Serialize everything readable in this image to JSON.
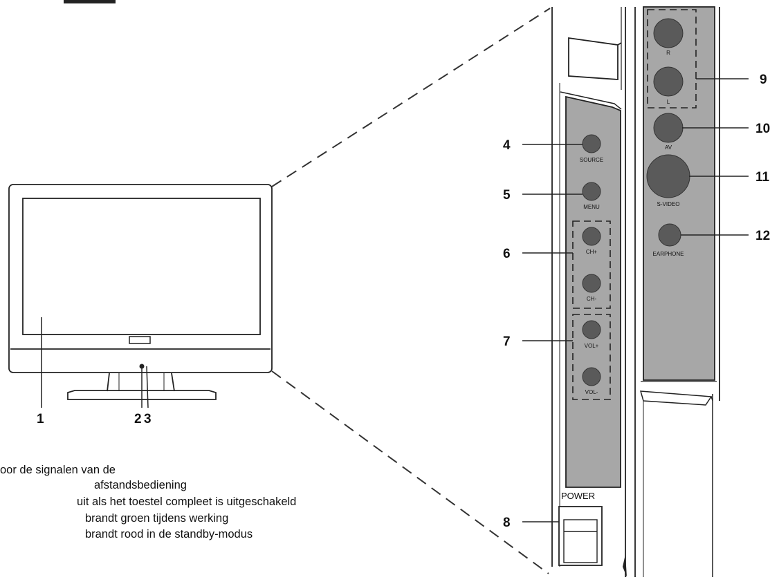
{
  "callouts": {
    "c1": "1",
    "c2": "2",
    "c3": "3",
    "c4": "4",
    "c5": "5",
    "c6": "6",
    "c7": "7",
    "c8": "8",
    "c9": "9",
    "c10": "10",
    "c11": "11",
    "c12": "12"
  },
  "buttons": {
    "source": "SOURCE",
    "menu": "MENU",
    "ch_plus": "CH+",
    "ch_minus": "CH-",
    "vol_plus": "VOL+",
    "vol_minus": "VOL-",
    "power": "POWER"
  },
  "jacks": {
    "r": "R",
    "l": "L",
    "av": "AV",
    "svideo": "S-VIDEO",
    "earphone": "EARPHONE"
  },
  "description": {
    "line1": "oor de signalen van de",
    "line2": "afstandsbediening",
    "line3": "uit als het toestel compleet is uitgeschakeld",
    "line4": "brandt groen tijdens werking",
    "line5": "brandt rood in de standby-modus"
  }
}
